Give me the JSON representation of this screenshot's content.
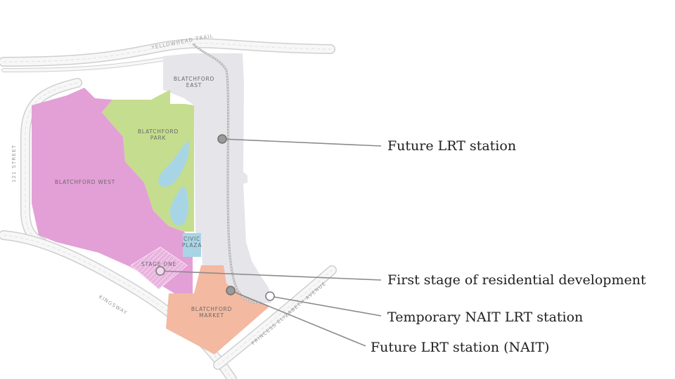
{
  "roads": {
    "yellowhead": "YELLOWHEAD TRAIL",
    "street121": "121 STREET",
    "kingsway": "KINGSWAY",
    "princess": "PRINCESS ELIZABETH AVENUE"
  },
  "districts": {
    "east_line1": "BLATCHFORD",
    "east_line2": "EAST",
    "park_line1": "BLATCHFORD",
    "park_line2": "PARK",
    "west": "BLATCHFORD WEST",
    "civic_line1": "CIVIC",
    "civic_line2": "PLAZA",
    "stage_one": "STAGE ONE",
    "market_line1": "BLATCHFORD",
    "market_line2": "MARKET"
  },
  "callouts": {
    "lrt_future": "Future LRT station",
    "first_stage": "First stage of residential development",
    "temp_nait": "Temporary NAIT LRT station",
    "future_nait": "Future LRT station (NAIT)"
  },
  "colors": {
    "west": "#e3a0d6",
    "park": "#c5dd8e",
    "water": "#a8d5e6",
    "east": "#e6e5ea",
    "market": "#f3b9a1",
    "road": "#f5f5f5",
    "road_edge": "#c9c9c9",
    "callout_line": "#8a8a8a"
  }
}
